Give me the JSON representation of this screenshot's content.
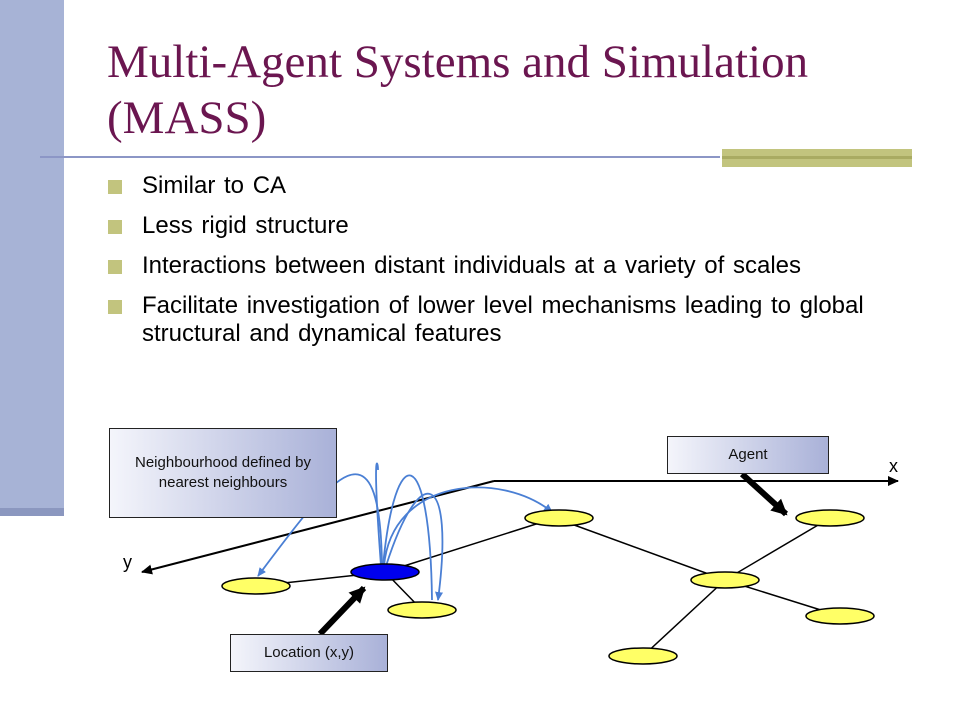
{
  "slide": {
    "title": "Multi-Agent Systems and Simulation (MASS)",
    "bullets": [
      "Similar to CA",
      "Less rigid structure",
      "Interactions between distant individuals at a variety of scales",
      "Facilitate investigation of lower level mechanisms leading to global structural and dynamical features"
    ]
  },
  "diagram": {
    "neighbourhood_label": "Neighbourhood defined by nearest neighbours",
    "agent_label": "Agent",
    "location_label": "Location (x,y)",
    "x_axis_label": "x",
    "y_axis_label": "y"
  },
  "colors": {
    "title": "#6b1650",
    "agent_node": "#ffff66",
    "focal_node": "#0000ee",
    "arrow_link": "#4a7fd4",
    "accent": "#c2c47e"
  }
}
